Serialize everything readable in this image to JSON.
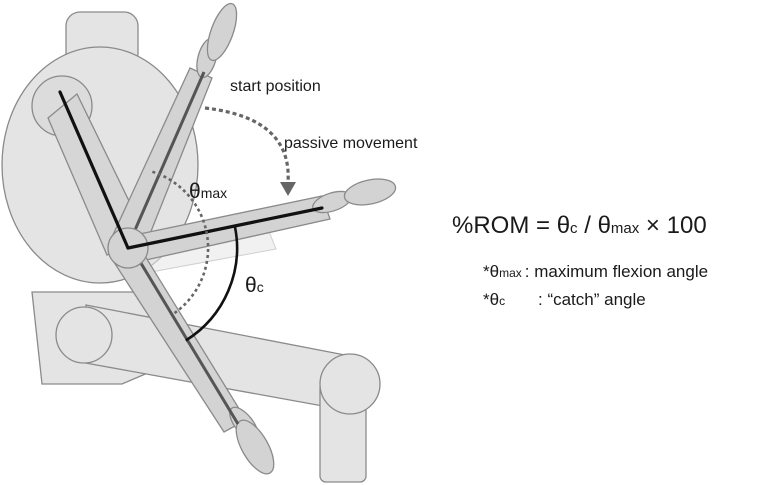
{
  "labels": {
    "start_position": "start position",
    "passive_movement": "passive movement",
    "theta_max": {
      "symbol": "θ",
      "subscript": "max"
    },
    "theta_c": {
      "symbol": "θ",
      "subscript": "c"
    }
  },
  "formula": {
    "lhs": "%ROM = ",
    "theta_c_symbol": "θ",
    "theta_c_sub": "c",
    "divide": " / ",
    "theta_max_symbol": "θ",
    "theta_max_sub": "max",
    "rhs": " × 100"
  },
  "legend": [
    {
      "prefix": "*",
      "symbol": "θ",
      "sub": "max",
      "text": ": maximum flexion angle"
    },
    {
      "prefix": "*",
      "symbol": "θ",
      "sub": "c",
      "text": ": “catch” angle"
    }
  ],
  "colors": {
    "body_fill": "#e4e4e4",
    "limb_fill": "#d3d3d3",
    "outline": "#8a8a8a",
    "bone": "#111111",
    "bone_grey": "#555555",
    "arrow": "#666666",
    "arc": "#111111",
    "dotted_arc": "#666666"
  }
}
